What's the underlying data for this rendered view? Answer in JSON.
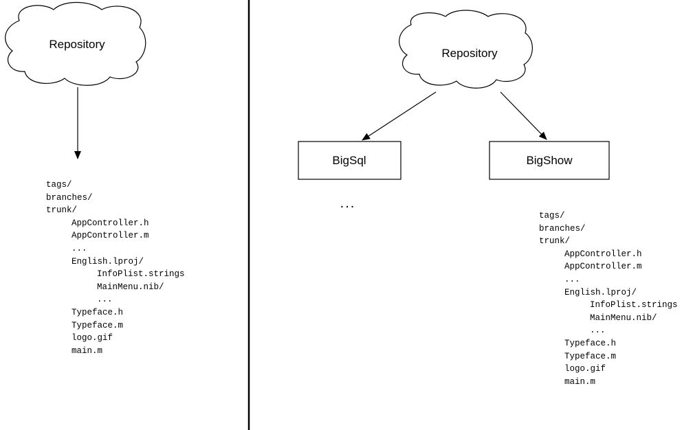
{
  "left": {
    "repository_label": "Repository",
    "tree": [
      {
        "text": "tags/",
        "level": 0
      },
      {
        "text": "branches/",
        "level": 0
      },
      {
        "text": "trunk/",
        "level": 0
      },
      {
        "text": "AppController.h",
        "level": 1
      },
      {
        "text": "AppController.m",
        "level": 1
      },
      {
        "text": "...",
        "level": 1
      },
      {
        "text": "English.lproj/",
        "level": 1
      },
      {
        "text": "InfoPlist.strings",
        "level": 2
      },
      {
        "text": "MainMenu.nib/",
        "level": 2
      },
      {
        "text": "...",
        "level": 2
      },
      {
        "text": "Typeface.h",
        "level": 1
      },
      {
        "text": "Typeface.m",
        "level": 1
      },
      {
        "text": "logo.gif",
        "level": 1
      },
      {
        "text": "main.m",
        "level": 1
      }
    ]
  },
  "right": {
    "repository_label": "Repository",
    "projects": [
      {
        "label": "BigSql"
      },
      {
        "label": "BigShow"
      }
    ],
    "more_projects_label": "...",
    "tree": [
      {
        "text": "tags/",
        "level": 0
      },
      {
        "text": "branches/",
        "level": 0
      },
      {
        "text": "trunk/",
        "level": 0
      },
      {
        "text": "AppController.h",
        "level": 1
      },
      {
        "text": "AppController.m",
        "level": 1
      },
      {
        "text": "...",
        "level": 1
      },
      {
        "text": "English.lproj/",
        "level": 1
      },
      {
        "text": "InfoPlist.strings",
        "level": 2
      },
      {
        "text": "MainMenu.nib/",
        "level": 2
      },
      {
        "text": "...",
        "level": 2
      },
      {
        "text": "Typeface.h",
        "level": 1
      },
      {
        "text": "Typeface.m",
        "level": 1
      },
      {
        "text": "logo.gif",
        "level": 1
      },
      {
        "text": "main.m",
        "level": 1
      }
    ]
  },
  "colors": {
    "stroke": "#000000",
    "background": "#ffffff"
  }
}
